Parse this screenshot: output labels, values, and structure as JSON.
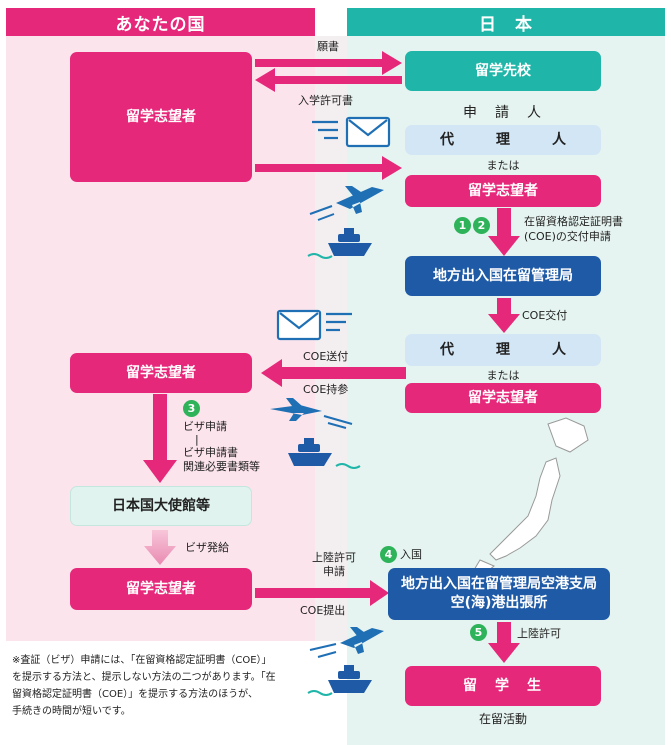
{
  "headers": {
    "left": "あなたの国",
    "right": "日　本"
  },
  "boxes": {
    "applicant_main": "留学志望者",
    "school": "留学先校",
    "applicant_label": "申　請　人",
    "agent_top": "代　理　人",
    "or_1": "または",
    "applicant_jp_top": "留学志望者",
    "immigration_bureau": "地方出入国在留管理局",
    "agent_mid": "代　理　人",
    "or_2": "または",
    "applicant_jp_mid": "留学志望者",
    "applicant_left_mid": "留学志望者",
    "embassy": "日本国大使館等",
    "applicant_left_bottom": "留学志望者",
    "airport_line1": "地方出入国在留管理局空港支局",
    "airport_line2": "空(海)港出張所",
    "student": "留　学　生",
    "residence_activity": "在留活動"
  },
  "labels": {
    "application": "願書",
    "admission_permit": "入学許可書",
    "coe_apply_line1": "在留資格認定証明書",
    "coe_apply_line2": "(COE)の交付申請",
    "coe_issue": "COE交付",
    "coe_send": "COE送付",
    "coe_bring": "COE持参",
    "visa_apply": "ビザ申請",
    "visa_dash": "|",
    "visa_docs_1": "ビザ申請書",
    "visa_docs_2": "関連必要書類等",
    "visa_issue": "ビザ発給",
    "landing_apply_1": "上陸許可",
    "landing_apply_2": "申請",
    "coe_submit": "COE提出",
    "entry": "入国",
    "landing_permit": "上陸許可"
  },
  "steps": {
    "s1": "1",
    "s2": "2",
    "s3": "3",
    "s4": "4",
    "s5": "5"
  },
  "note": {
    "line1": "※査証（ビザ）申請には、「在留資格認定証明書（COE）」",
    "line2": "を提示する方法と、提示しない方法の二つがあります。「在",
    "line3": "留資格認定証明書（COE）」を提示する方法のほうが、",
    "line4": "手続きの時間が短いです。"
  },
  "icons": [
    "envelope-icon",
    "airplane-icon",
    "ship-icon",
    "japan-map-icon"
  ],
  "colors": {
    "pink": "#e6287a",
    "teal": "#1fb5a8",
    "blue": "#1f5aa6",
    "pale_blue": "#d3e6f6",
    "left_bg": "#fce4ec",
    "right_bg": "#e5f4f0"
  }
}
